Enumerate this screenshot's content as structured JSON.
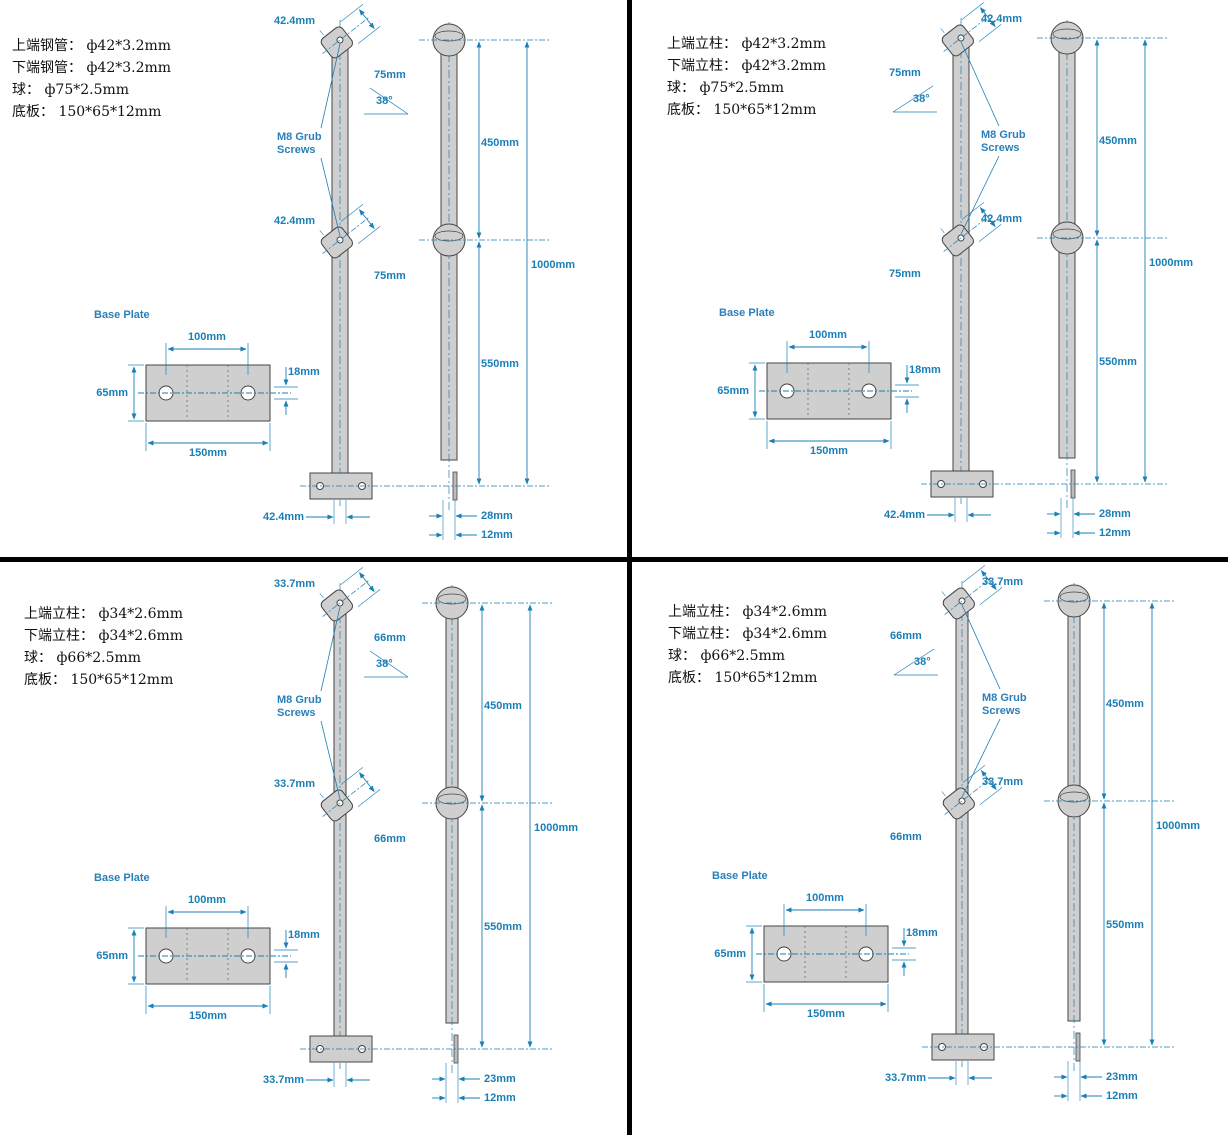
{
  "colors": {
    "dimension": "#1a7fb6",
    "part_fill": "#cfcfcf",
    "part_stroke": "#444444",
    "divider": "#000000"
  },
  "panels": [
    {
      "specs": [
        "上端钢管：  ф42*3.2mm",
        "下端钢管：  ф42*3.2mm",
        "球：  ф75*2.5mm",
        "底板：  150*65*12mm"
      ],
      "post_dia": "42.4mm",
      "ball_len": "75mm",
      "angle": "38°",
      "grub1": "M8 Grub",
      "grub2": "Screws",
      "base_title": "Base Plate",
      "bp_hole_spacing": "100mm",
      "bp_height": "65mm",
      "bp_slot": "18mm",
      "bp_width": "150mm",
      "upper_len": "450mm",
      "lower_len": "550mm",
      "total_len": "1000mm",
      "plate_top_dim": "28mm",
      "plate_thk": "12mm"
    },
    {
      "specs": [
        "上端立柱：  ф42*3.2mm",
        "下端立柱：  ф42*3.2mm",
        "球：  ф75*2.5mm",
        "底板：  150*65*12mm"
      ],
      "post_dia": "42.4mm",
      "ball_len": "75mm",
      "angle": "38°",
      "grub1": "M8 Grub",
      "grub2": "Screws",
      "base_title": "Base Plate",
      "bp_hole_spacing": "100mm",
      "bp_height": "65mm",
      "bp_slot": "18mm",
      "bp_width": "150mm",
      "upper_len": "450mm",
      "lower_len": "550mm",
      "total_len": "1000mm",
      "plate_top_dim": "28mm",
      "plate_thk": "12mm"
    },
    {
      "specs": [
        "上端立柱：  ф34*2.6mm",
        "下端立柱：  ф34*2.6mm",
        "球：  ф66*2.5mm",
        "底板：  150*65*12mm"
      ],
      "post_dia": "33.7mm",
      "ball_len": "66mm",
      "angle": "38°",
      "grub1": "M8 Grub",
      "grub2": "Screws",
      "base_title": "Base Plate",
      "bp_hole_spacing": "100mm",
      "bp_height": "65mm",
      "bp_slot": "18mm",
      "bp_width": "150mm",
      "upper_len": "450mm",
      "lower_len": "550mm",
      "total_len": "1000mm",
      "plate_top_dim": "23mm",
      "plate_thk": "12mm"
    },
    {
      "specs": [
        "上端立柱：  ф34*2.6mm",
        "下端立柱：  ф34*2.6mm",
        "球：  ф66*2.5mm",
        "底板：  150*65*12mm"
      ],
      "post_dia": "33.7mm",
      "ball_len": "66mm",
      "angle": "38°",
      "grub1": "M8 Grub",
      "grub2": "Screws",
      "base_title": "Base Plate",
      "bp_hole_spacing": "100mm",
      "bp_height": "65mm",
      "bp_slot": "18mm",
      "bp_width": "150mm",
      "upper_len": "450mm",
      "lower_len": "550mm",
      "total_len": "1000mm",
      "plate_top_dim": "23mm",
      "plate_thk": "12mm"
    }
  ]
}
